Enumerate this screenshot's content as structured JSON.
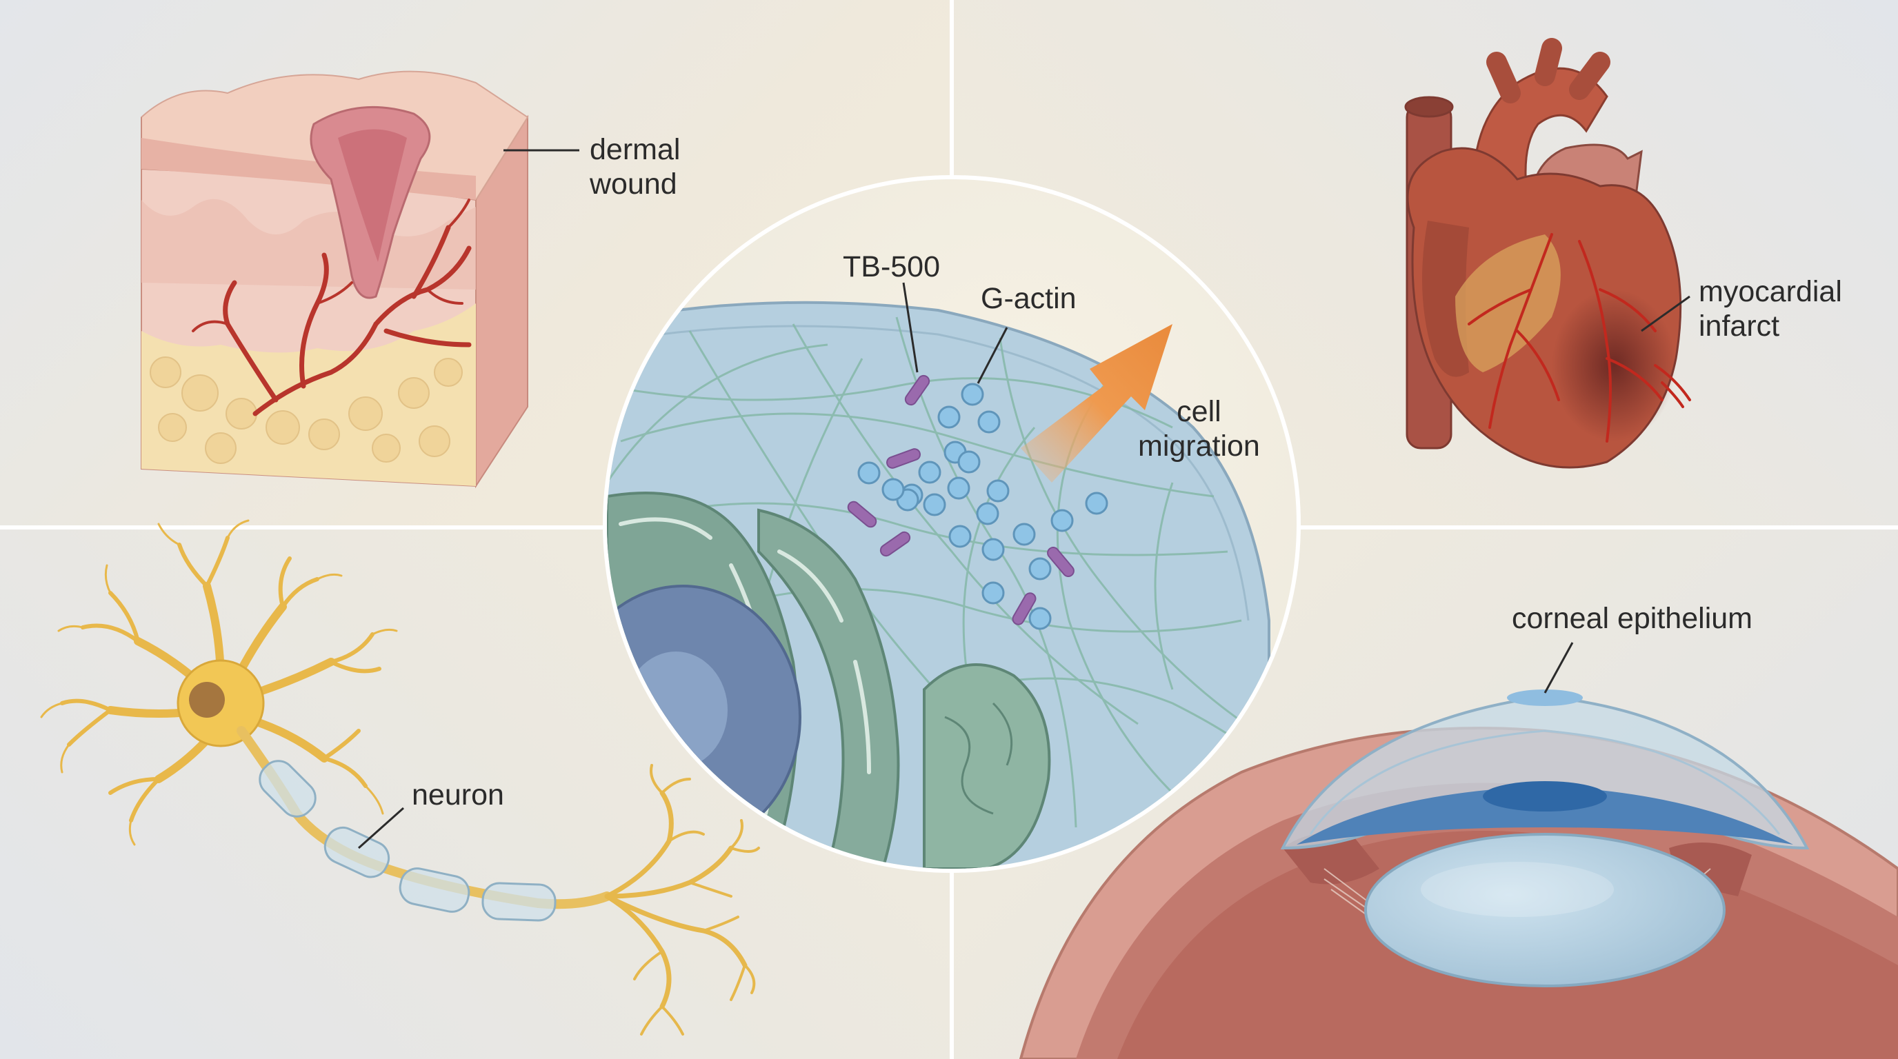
{
  "labels": {
    "dermal_wound": [
      "dermal",
      "wound"
    ],
    "myocardial_infarct": [
      "myocardial",
      "infarct"
    ],
    "tb500": "TB-500",
    "g_actin": "G-actin",
    "cell_migration": [
      "cell",
      "migration"
    ],
    "neuron": "neuron",
    "corneal_epithelium": "corneal epithelium"
  },
  "colors": {
    "background_warm": "#f1ecdd",
    "background_cool": "#e3e6ea",
    "divider": "#ffffff",
    "skin": "#efc6bc",
    "blood_vessel": "#b8352c",
    "heart": "#b8553f",
    "neuron": "#f0c550",
    "cell_blue": "#a9c5d6",
    "organelle_green": "#7fa596",
    "g_actin": "#8fc4e6",
    "tb500": "#9a6aad",
    "arrow": "#ef9a4f"
  }
}
